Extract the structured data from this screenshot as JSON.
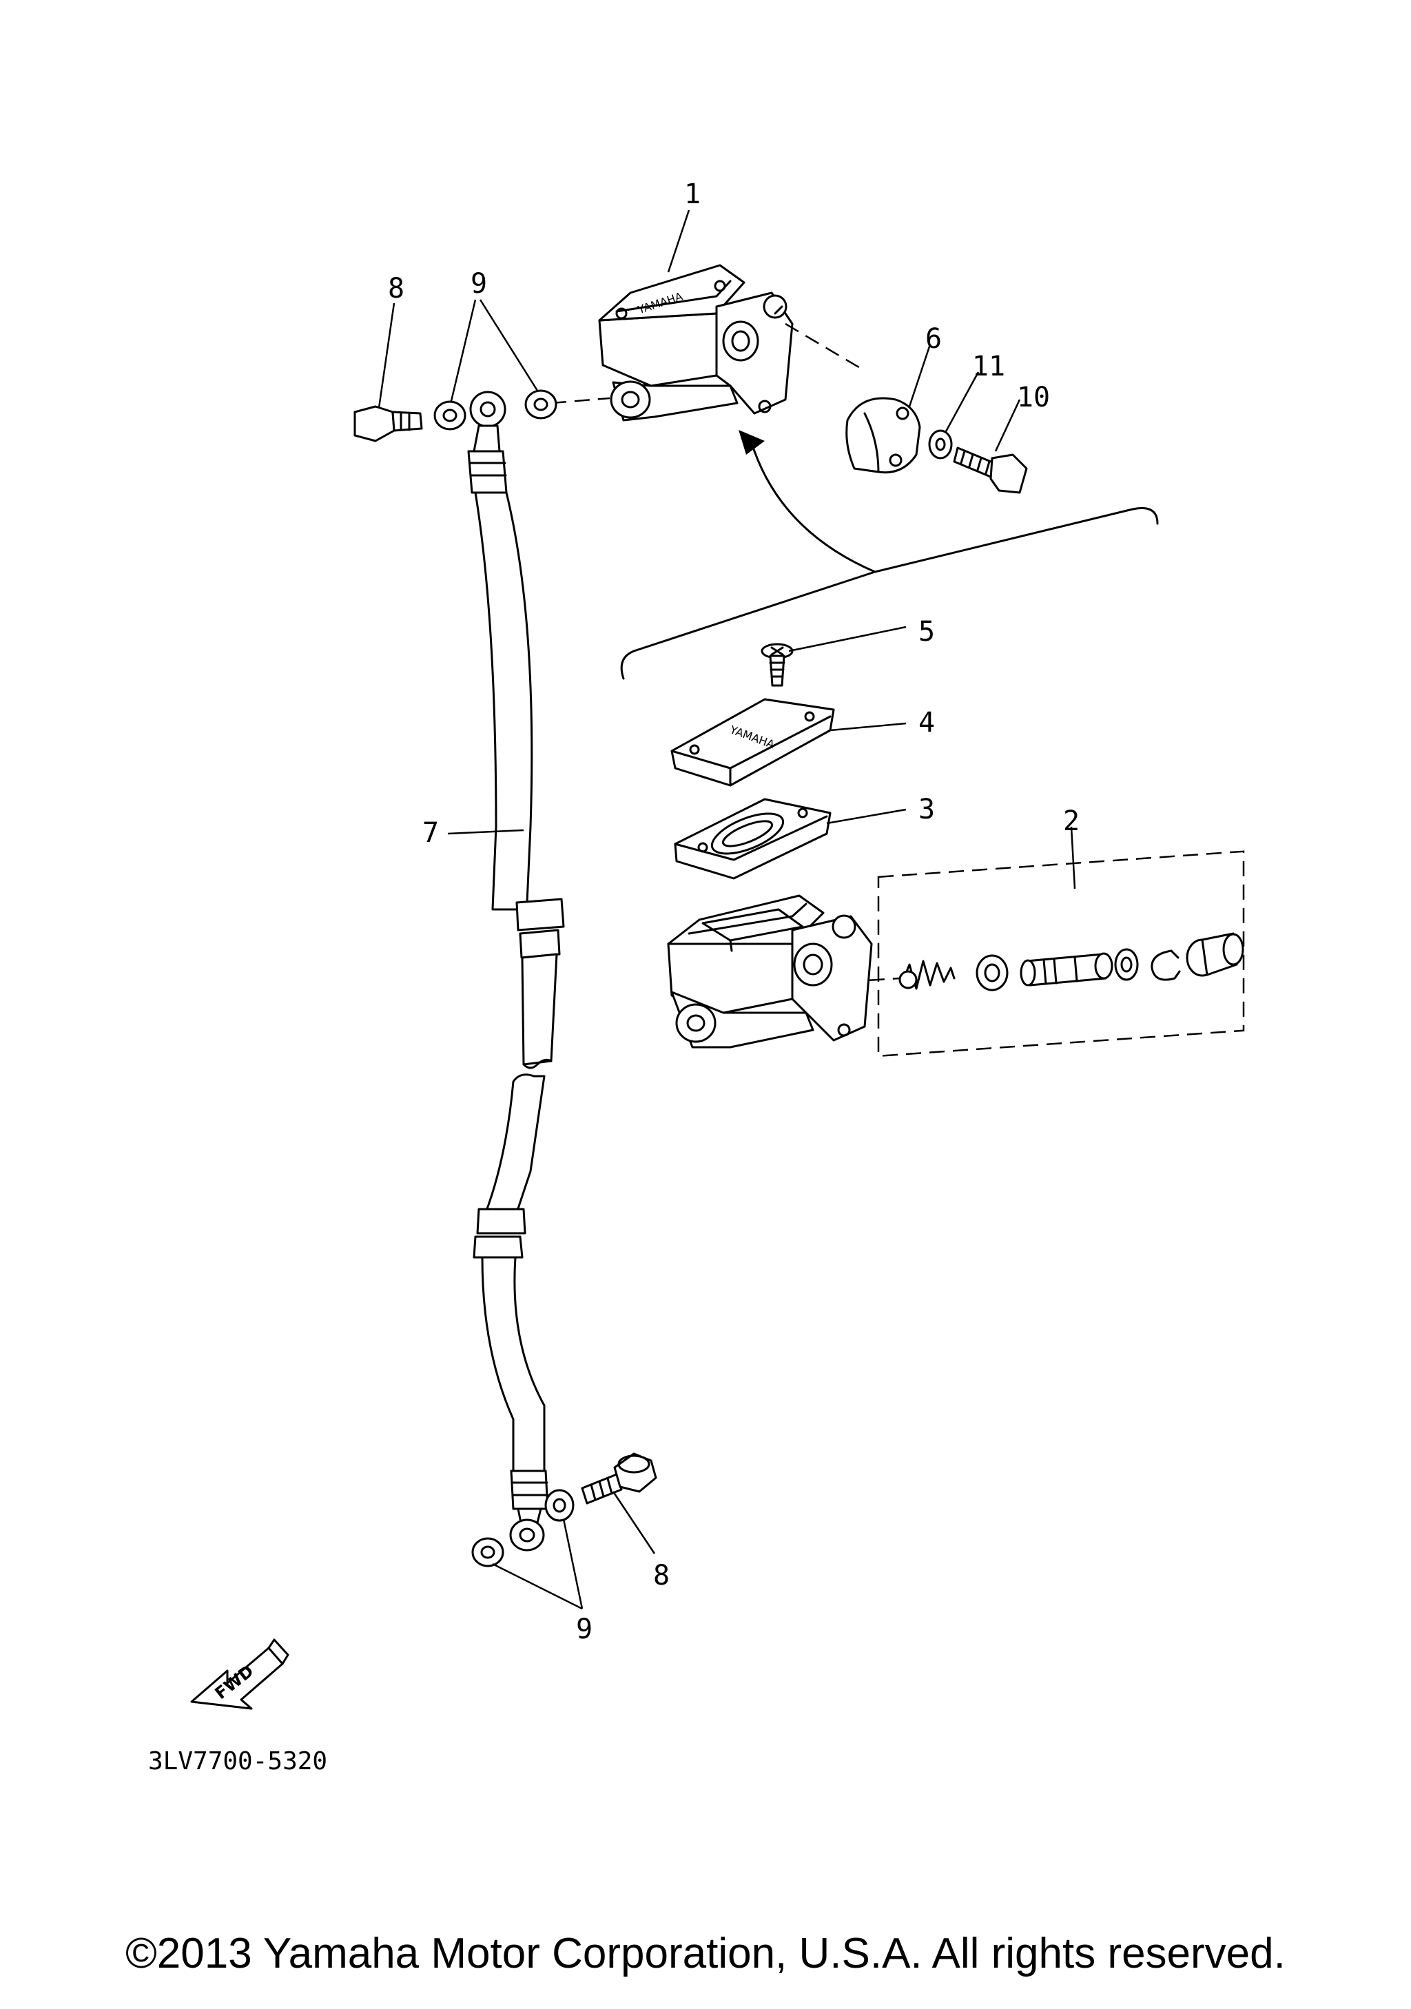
{
  "callouts": {
    "c1": "1",
    "c2": "2",
    "c3": "3",
    "c4": "4",
    "c5": "5",
    "c6": "6",
    "c7": "7",
    "c8_top": "8",
    "c8_bottom": "8",
    "c9_top": "9",
    "c9_bottom": "9",
    "c10": "10",
    "c11": "11"
  },
  "cover_logo": "YAMAHA",
  "fwd_label": "FWD",
  "diagram_code": "3LV7700-5320",
  "copyright": "©2013 Yamaha Motor Corporation, U.S.A. All rights reserved."
}
